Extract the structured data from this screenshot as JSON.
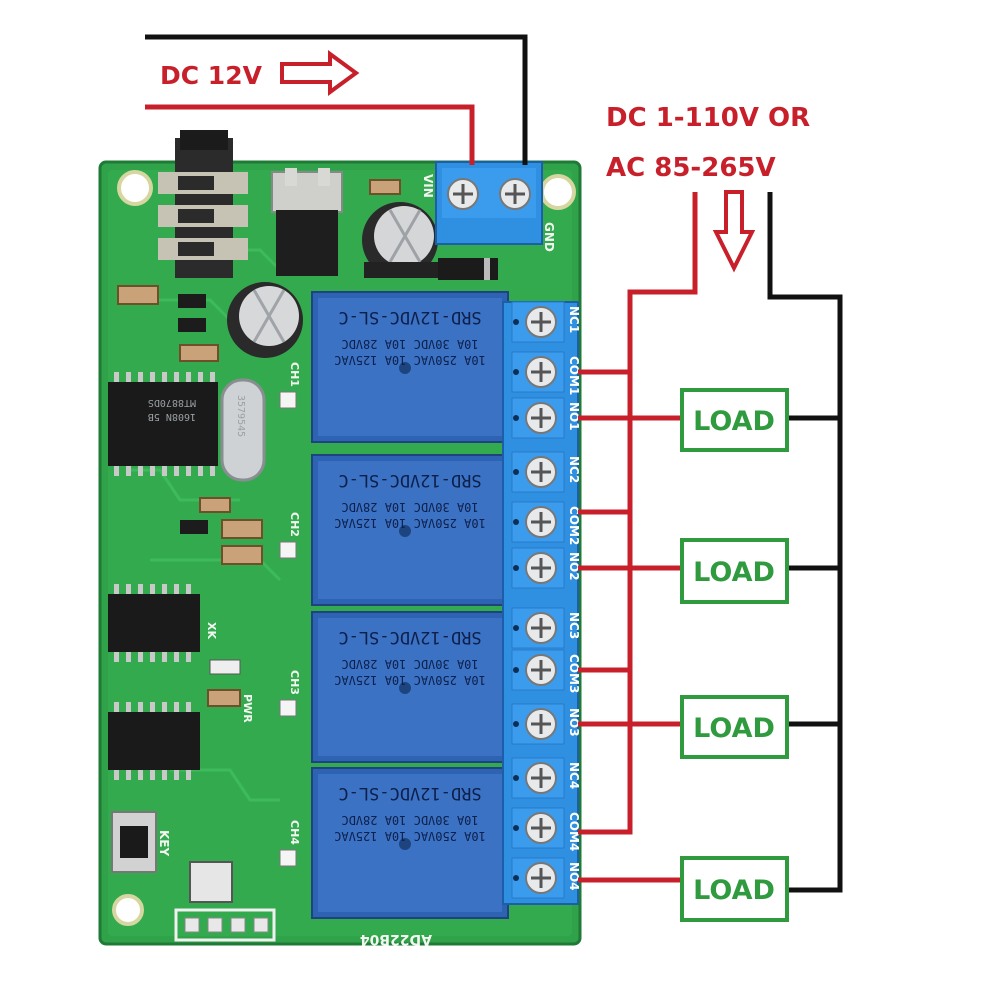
{
  "labels": {
    "dc_input": "DC 12V",
    "load_supply_line1": "DC 1-110V OR",
    "load_supply_line2": "AC 85-265V"
  },
  "board": {
    "model": "AD22B04",
    "vin": "VIN",
    "gnd": "GND",
    "key": "KEY",
    "pwr": "PWR",
    "crystal": "3579545",
    "chip_main": "MT8870DS",
    "chip_date": "1608N 5B",
    "xl": "XK",
    "channels": [
      "CH1",
      "CH2",
      "CH3",
      "CH4"
    ]
  },
  "relays": [
    {
      "model": "SRD-12VDC-SL-C",
      "line1": "10A 250VAC  10A 125VAC",
      "line2": "10A 30VDC  10A 28VDC"
    },
    {
      "model": "SRD-12VDC-SL-C",
      "line1": "10A 250VAC  10A 125VAC",
      "line2": "10A 30VDC  10A 28VDC"
    },
    {
      "model": "SRD-12VDC-SL-C",
      "line1": "10A 250VAC  10A 125VAC",
      "line2": "10A 30VDC  10A 28VDC"
    },
    {
      "model": "SRD-12VDC-SL-C",
      "line1": "10A 250VAC  10A 125VAC",
      "line2": "10A 30VDC  10A 28VDC"
    }
  ],
  "terminals": [
    "NC1",
    "COM1",
    "NO1",
    "NC2",
    "COM2",
    "NO2",
    "NC3",
    "COM3",
    "NO3",
    "NC4",
    "COM4",
    "NO4"
  ],
  "loads": [
    "LOAD",
    "LOAD",
    "LOAD",
    "LOAD"
  ],
  "colors": {
    "wire_red": "#c8202b",
    "wire_black": "#111111",
    "load_green": "#2f9a3e",
    "pcb": "#2fa24a",
    "relay": "#3b72c4",
    "terminal": "#2f8fe0"
  }
}
